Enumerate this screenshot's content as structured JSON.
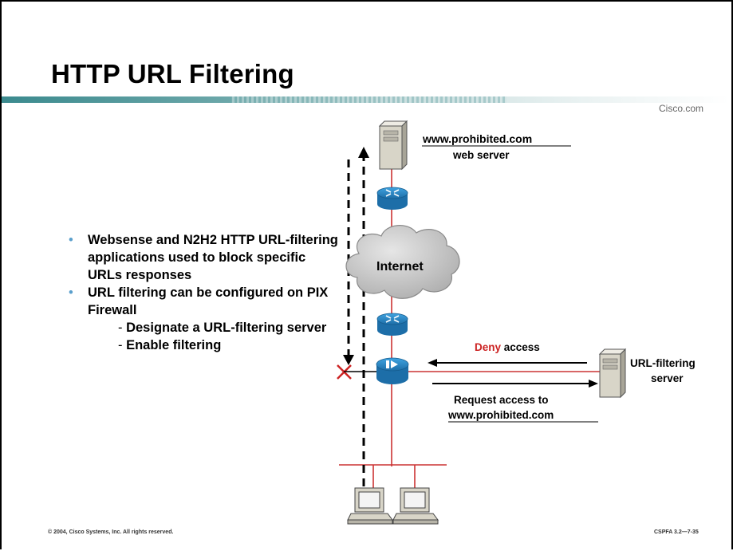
{
  "slide": {
    "title": "HTTP URL Filtering",
    "brand": "Cisco.com",
    "bullets": [
      "Websense and N2H2 HTTP URL-filtering applications used to block specific URLs responses",
      "URL filtering can be configured on PIX Firewall"
    ],
    "sub_bullets": [
      {
        "dash": "- ",
        "text": "Designate a URL-filtering server"
      },
      {
        "dash": "- ",
        "text": "Enable filtering"
      }
    ],
    "footer_left": "© 2004, Cisco Systems, Inc. All rights reserved.",
    "footer_right": "CSPFA 3.2—7-35"
  },
  "diagram": {
    "web_server_label": "www.prohibited.com",
    "web_server_sub": "web server",
    "cloud_label": "Internet",
    "deny_word": "Deny",
    "deny_rest": " access",
    "request_line1": "Request access to",
    "request_line2": "www.prohibited.com",
    "url_server_line1": "URL-filtering",
    "url_server_line2": "server",
    "colors": {
      "accent_bar": "#3f8c8f",
      "deny": "#cc2222",
      "link_red": "#cc3333",
      "router": "#2a86c4",
      "server": "#d8d5c8",
      "bullet": "#5a9fcc"
    }
  }
}
